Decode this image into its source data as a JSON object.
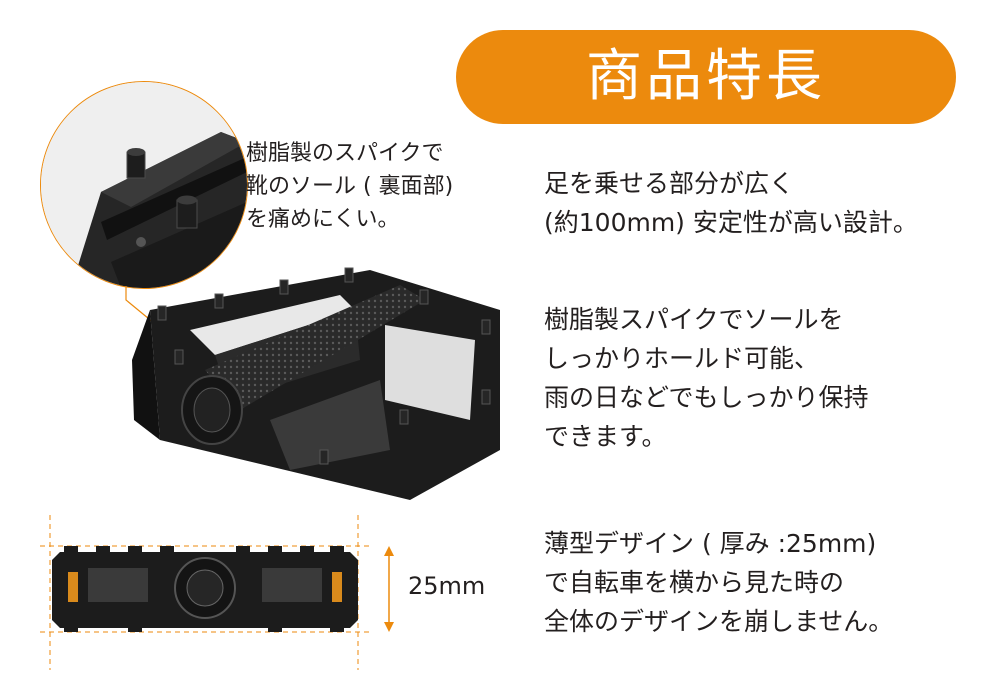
{
  "banner": {
    "title": "商品特長"
  },
  "callout": {
    "lines": [
      "樹脂製のスパイクで",
      "靴のソール ( 裏面部)",
      "を痛めにくい。"
    ]
  },
  "features": [
    {
      "lines": [
        "足を乗せる部分が広く",
        "(約100mm) 安定性が高い設計。"
      ]
    },
    {
      "lines": [
        "樹脂製スパイクでソールを",
        "しっかりホールド可能、",
        "雨の日などでもしっかり保持",
        "できます。"
      ]
    },
    {
      "lines": [
        "薄型デザイン ( 厚み :25mm)",
        "で自転車を横から見た時の",
        "全体のデザインを崩しません。"
      ]
    }
  ],
  "dimension": {
    "label": "25mm"
  },
  "colors": {
    "accent": "#ec8a0d",
    "text": "#231f1f",
    "pedal": "#1c1c1c"
  }
}
